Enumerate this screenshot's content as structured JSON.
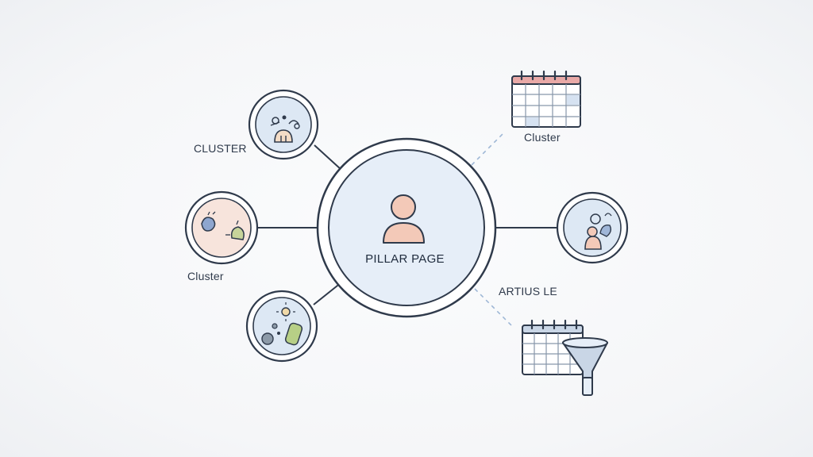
{
  "center": {
    "label": "PILLAR PAGE",
    "icon": "person-icon"
  },
  "labels": {
    "cluster_top_left": "CLUSTER",
    "cluster_mid_left": "Cluster",
    "cluster_top_right": "Cluster",
    "right_text": "ARTIUS LE"
  },
  "icons": {
    "top_left": "people-group-icon",
    "mid_left": "person-ideas-icon",
    "bottom_left": "items-sun-icon",
    "right": "people-icon",
    "top_right": "calendar-icon",
    "bottom_right": "calendar-funnel-icon"
  },
  "colors": {
    "line": "#2f3a4b",
    "center_fill": "#e6eef8",
    "node_fill": "#dde8f4",
    "peach": "#f3c9b8",
    "calendar_header": "#e9a9a7",
    "grid": "#c9d6e6"
  }
}
